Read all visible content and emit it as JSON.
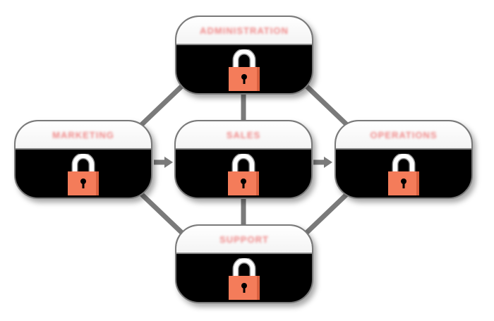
{
  "nodes": {
    "administration": "Administration",
    "marketing": "Marketing",
    "sales": "Sales",
    "operations": "Operations",
    "support": "Support"
  },
  "colors": {
    "lock": "#f47c5a",
    "connector": "#7a7a7a",
    "label": "#f08888"
  },
  "icons": [
    "lock-icon",
    "arrow-right-icon"
  ]
}
